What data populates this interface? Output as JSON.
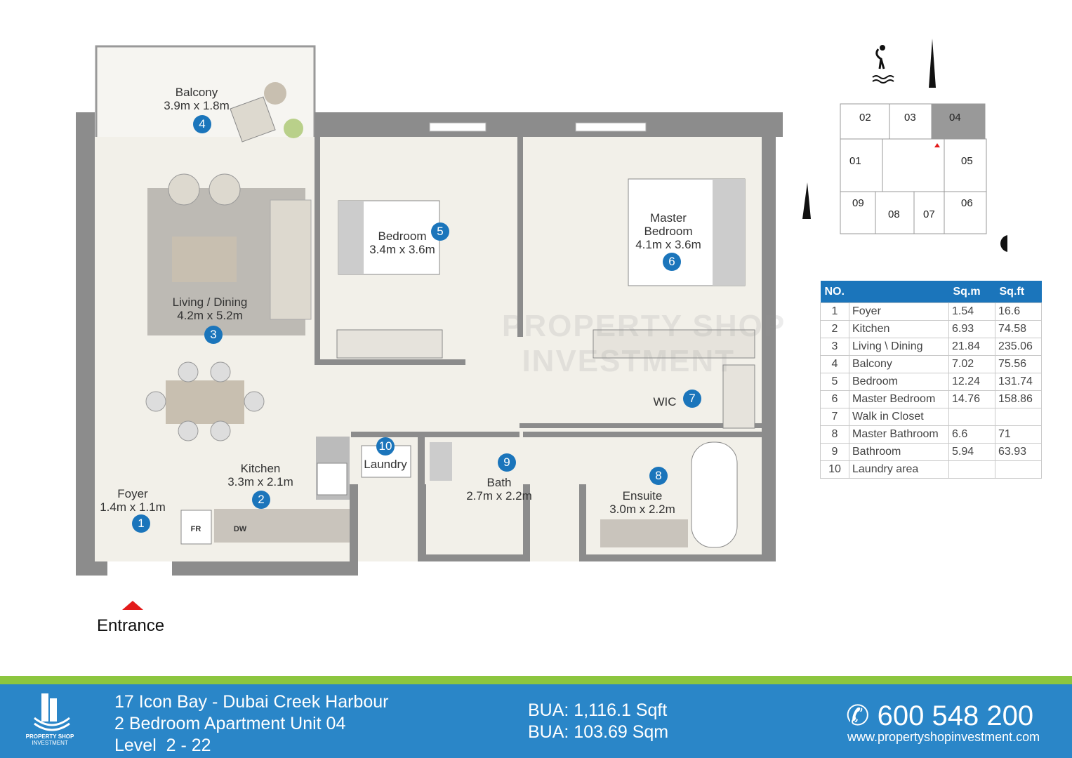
{
  "rooms": [
    {
      "no": "1",
      "name": "Foyer",
      "dims": "1.4m x 1.1m"
    },
    {
      "no": "2",
      "name": "Kitchen",
      "dims": "3.3m x 2.1m"
    },
    {
      "no": "3",
      "name": "Living / Dining",
      "dims": "4.2m x 5.2m"
    },
    {
      "no": "4",
      "name": "Balcony",
      "dims": "3.9m x 1.8m"
    },
    {
      "no": "5",
      "name": "Bedroom",
      "dims": "3.4m x 3.6m"
    },
    {
      "no": "6",
      "name": "Master Bedroom",
      "name_l1": "Master",
      "name_l2": "Bedroom",
      "dims": "4.1m x 3.6m"
    },
    {
      "no": "7",
      "name": "WIC"
    },
    {
      "no": "8",
      "name": "Ensuite",
      "dims": "3.0m x 2.2m"
    },
    {
      "no": "9",
      "name": "Bath",
      "dims": "2.7m x 2.2m"
    },
    {
      "no": "10",
      "name": "Laundry"
    }
  ],
  "appliances": {
    "fridge": "FR",
    "dishwasher": "DW"
  },
  "entrance_label": "Entrance",
  "watermark": "PROPERTY SHOP INVESTMENT",
  "key_plan": {
    "units": [
      "02",
      "03",
      "04",
      "01",
      "05",
      "09",
      "08",
      "07",
      "06"
    ],
    "highlighted": "04"
  },
  "area_table": {
    "headers": [
      "NO.",
      "",
      "Sq.m",
      "Sq.ft"
    ],
    "rows": [
      [
        "1",
        "Foyer",
        "1.54",
        "16.6"
      ],
      [
        "2",
        "Kitchen",
        "6.93",
        "74.58"
      ],
      [
        "3",
        "Living \\ Dining",
        "21.84",
        "235.06"
      ],
      [
        "4",
        "Balcony",
        "7.02",
        "75.56"
      ],
      [
        "5",
        "Bedroom",
        "12.24",
        "131.74"
      ],
      [
        "6",
        "Master Bedroom",
        "14.76",
        "158.86"
      ],
      [
        "7",
        "Walk in Closet",
        "",
        ""
      ],
      [
        "8",
        "Master Bathroom",
        "6.6",
        "71"
      ],
      [
        "9",
        "Bathroom",
        "5.94",
        "63.93"
      ],
      [
        "10",
        "Laundry area",
        "",
        ""
      ]
    ]
  },
  "footer": {
    "logo_l1": "PROPERTY SHOP",
    "logo_l2": "INVESTMENT",
    "project": "17 Icon Bay - Dubai Creek Harbour",
    "unit": "2 Bedroom Apartment Unit 04",
    "level": "Level  2 - 22",
    "bua_sqft": "BUA: 1,116.1 Sqft",
    "bua_sqm": "BUA: 103.69 Sqm",
    "phone": "600 548 200",
    "website": "www.propertyshopinvestment.com"
  },
  "colors": {
    "accent": "#1b75bb",
    "green": "#8cc63f",
    "wall": "#8c8c8c",
    "floor": "#f2f0e9",
    "entrance": "#e31b1b"
  }
}
